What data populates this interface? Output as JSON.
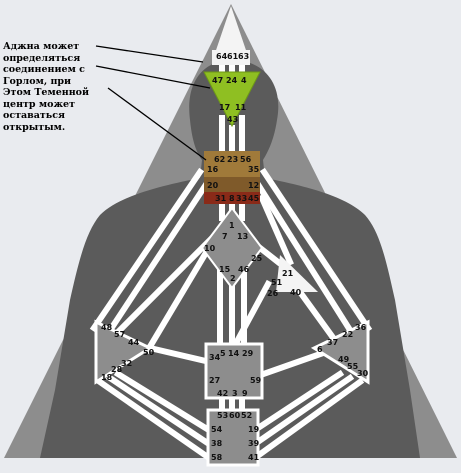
{
  "annotation": {
    "lines": [
      "Аджна может",
      "определяться",
      "соединением с",
      "Горлом, при",
      "Этом Теменной",
      "центр может",
      "оставаться",
      "открытым."
    ]
  },
  "colors": {
    "background": "#e9ebef",
    "triangle": "#8d8d8d",
    "silhouette": "#5b5b5b",
    "ajna_fill": "#8fbf22",
    "throat_fill": "#7f5a2a",
    "center_fill": "#f4f4f4",
    "channel": "#ffffff"
  },
  "centers": {
    "head": {
      "gates": [
        "64",
        "61",
        "63"
      ]
    },
    "ajna": {
      "gates": [
        "47",
        "24",
        "4",
        "17",
        "11",
        "43"
      ]
    },
    "throat": {
      "gates": [
        "62",
        "23",
        "56",
        "16",
        "35",
        "20",
        "12",
        "31",
        "8",
        "33",
        "45"
      ]
    },
    "g": {
      "gates": [
        "1",
        "7",
        "13",
        "10",
        "15",
        "2",
        "46",
        "25"
      ]
    },
    "heart": {
      "gates": [
        "21",
        "51",
        "26",
        "40"
      ]
    },
    "spleen": {
      "gates": [
        "48",
        "57",
        "44",
        "50",
        "32",
        "28",
        "18"
      ]
    },
    "solar_plexus": {
      "gates": [
        "36",
        "22",
        "37",
        "6",
        "49",
        "55",
        "30"
      ]
    },
    "sacral": {
      "gates": [
        "34",
        "5",
        "14",
        "29",
        "27",
        "59",
        "42",
        "3",
        "9"
      ]
    },
    "root": {
      "gates": [
        "53",
        "60",
        "52",
        "54",
        "19",
        "38",
        "39",
        "58",
        "41"
      ]
    }
  }
}
